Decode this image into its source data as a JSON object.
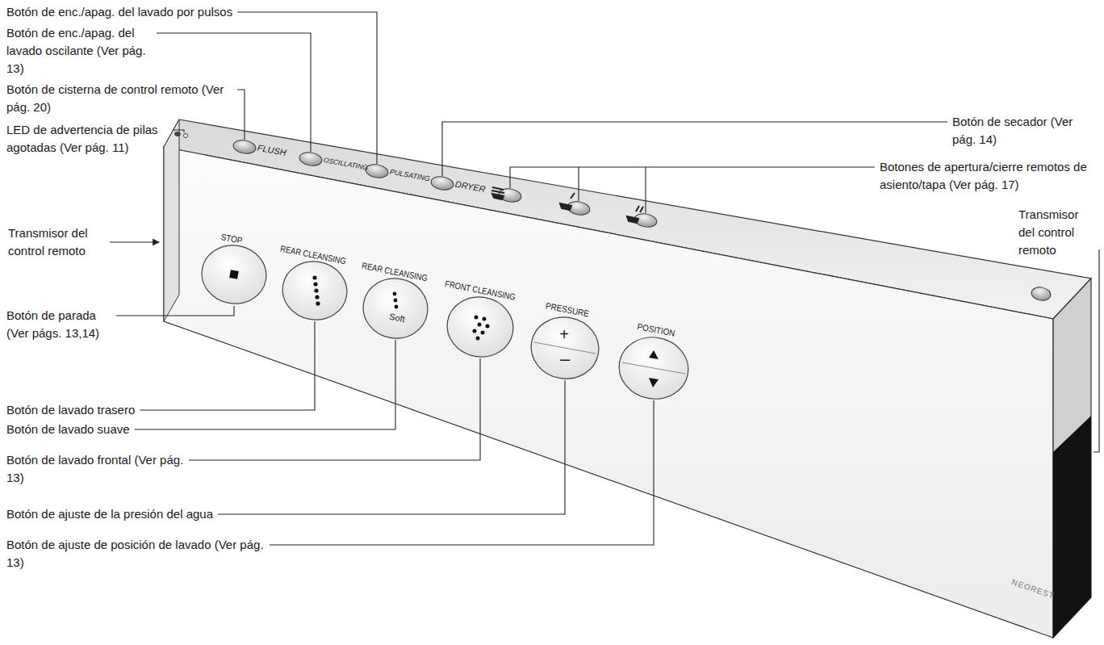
{
  "diagram": {
    "labels": [
      "Botón de enc./apag. del lavado por pulsos",
      "Botón de enc./apag. del lavado oscilante (Ver pág. 13)",
      "Botón de cisterna de control remoto (Ver pág. 20)",
      "LED de advertencia de pilas agotadas (Ver pág. 11)",
      "Transmisor del control remoto",
      "Botón de parada (Ver págs. 13,14)",
      "Botón de lavado trasero",
      "Botón de lavado suave",
      "Botón de lavado frontal (Ver pág. 13)",
      "Botón de ajuste de la presión del agua",
      "Botón de ajuste de posición de lavado (Ver pág. 13)",
      "Botón de secador (Ver pág. 14)",
      "Botones de apertura/cierre remotos de asiento/tapa (Ver pág. 17)",
      "Transmisor del control remoto",
      "FLUSH",
      "OSCILLATING",
      "PULSATING",
      "DRYER",
      "STOP",
      "REAR CLEANSING",
      "REAR CLEANSING",
      "Soft",
      "FRONT CLEANSING",
      "PRESSURE",
      "+",
      "–",
      "POSITION",
      "NEOREST"
    ]
  }
}
